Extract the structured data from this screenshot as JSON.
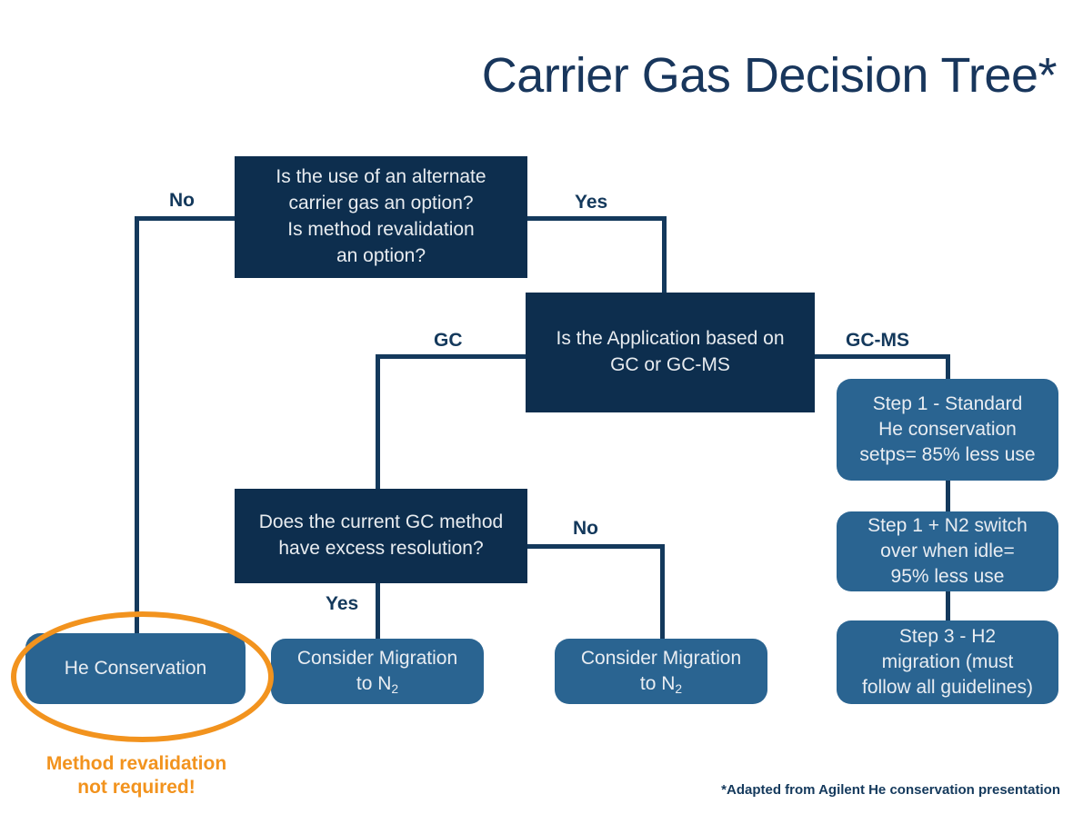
{
  "title": "Carrier Gas Decision Tree*",
  "footnote": "*Adapted from Agilent He conservation presentation",
  "colors": {
    "background": "#ffffff",
    "navy_text": "#14395c",
    "decision_box": "#0d2e4e",
    "outcome_box": "#2a6491",
    "box_text": "#e9edf2",
    "accent_orange": "#f2931e"
  },
  "nodes": {
    "decision_alternate_gas": "Is the use of an alternate carrier gas an option? Is method revalidation an option?",
    "decision_alternate_gas_lines": [
      "Is the use of an alternate",
      "carrier gas an option?",
      "Is method revalidation",
      "an option?"
    ],
    "decision_application": "Is the Application based on GC or GC-MS",
    "decision_application_lines": [
      "Is the Application based on",
      "GC or GC-MS"
    ],
    "decision_excess_resolution": "Does the current GC method have excess resolution?",
    "decision_excess_resolution_lines": [
      "Does the current GC method",
      "have excess resolution?"
    ],
    "outcome_he_conservation": "He Conservation",
    "outcome_migration_left_line1": "Consider Migration",
    "outcome_migration_left_line2_pre": "to N",
    "outcome_migration_left_line2_sub": "2",
    "outcome_migration_right_line1": "Consider Migration",
    "outcome_migration_right_line2_pre": "to N",
    "outcome_migration_right_line2_sub": "2",
    "step1_lines": [
      "Step 1 - Standard",
      "He conservation",
      "setps= 85% less use"
    ],
    "step2_lines": [
      "Step 1 + N2 switch",
      "over when idle=",
      "95% less use"
    ],
    "step3_lines": [
      "Step 3 - H2",
      "migration (must",
      "follow all guidelines)"
    ]
  },
  "edge_labels": {
    "no_top": "No",
    "yes_top": "Yes",
    "gc": "GC",
    "gc_ms": "GC-MS",
    "yes_resolution": "Yes",
    "no_resolution": "No"
  },
  "annotation": {
    "highlight_note": "Method revalidation\nnot required!"
  }
}
